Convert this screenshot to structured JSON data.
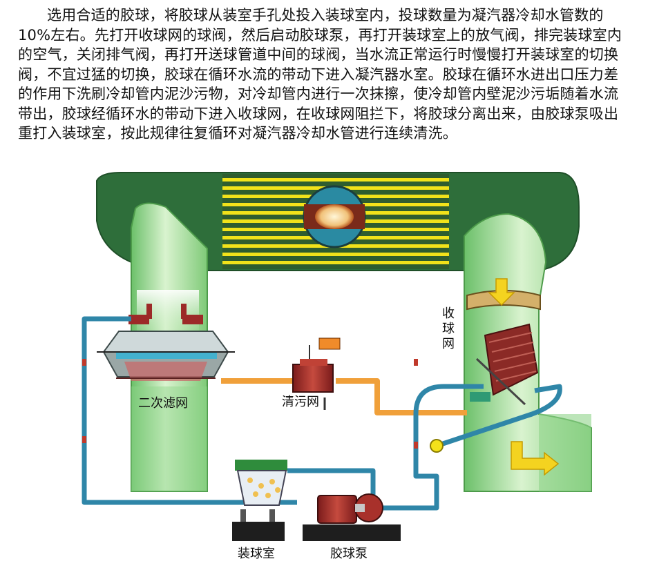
{
  "intro_text": "选用合适的胶球，将胶球从装室手孔处投入装球室内，投球数量为凝汽器冷却水管数的10%左右。先打开收球网的球阀，然后启动胶球泵，再打开装球室上的放气阀，排完装球室内的空气，关闭排气阀，再打开送球管道中间的球阀，当水流正常运行时慢慢打开装球室的切换阀，不宜过猛的切换，胶球在循环水流的带动下进入凝汽器水室。胶球在循环水进出口压力差的作用下洗刷冷却管内泥沙污物，对冷却管内进行一次抹擦，使冷却管内壁泥沙污垢随着水流带出，胶球经循环水的带动下进入收球网，在收球网阻拦下，将胶球分离出来，由胶球泵吸出重打入装球室，按此规律往复循环对凝汽器冷却水管进行连续清洗。",
  "labels": {
    "secondary_filter": "二次滤网",
    "debris_screen": "清污网",
    "ball_collector": "收球网",
    "ball_chamber": "装球室",
    "ball_pump": "胶球泵"
  },
  "colors": {
    "condenser_shell": "#2e6e3a",
    "cooling_tubes_stripe": "#f2e21a",
    "water_box_green": "#8fd48a",
    "pipe_blue": "#2f86a8",
    "pipe_orange": "#f0a03a",
    "equipment_red": "#9c2a28",
    "flow_arrow_yellow": "#f4d320"
  }
}
